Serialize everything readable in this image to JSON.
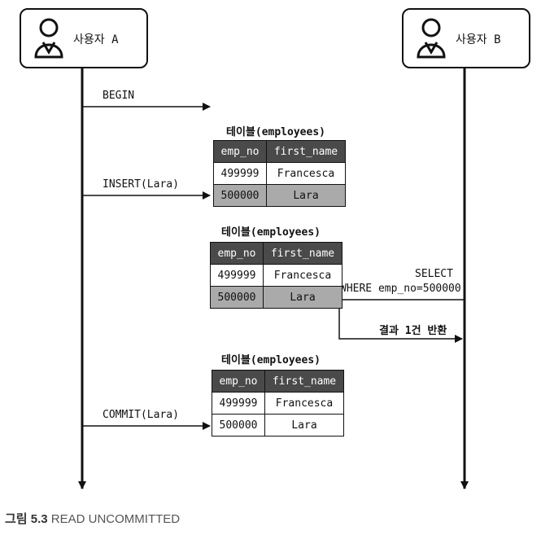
{
  "actors": {
    "a": {
      "label": "사용자 A",
      "icon": "user-icon"
    },
    "b": {
      "label": "사용자 B",
      "icon": "user-icon"
    }
  },
  "messages": {
    "begin": "BEGIN",
    "insert": "INSERT(Lara)",
    "commit": "COMMIT(Lara)",
    "select_1": "SELECT",
    "select_2": "WHERE emp_no=500000",
    "result": "결과 1건 반환"
  },
  "tables": [
    {
      "caption": "테이블(employees)",
      "headers": [
        "emp_no",
        "first_name"
      ],
      "rows": [
        [
          "499999",
          "Francesca"
        ],
        [
          "500000",
          "Lara"
        ]
      ],
      "highlight_row": 1
    },
    {
      "caption": "테이블(employees)",
      "headers": [
        "emp_no",
        "first_name"
      ],
      "rows": [
        [
          "499999",
          "Francesca"
        ],
        [
          "500000",
          "Lara"
        ]
      ],
      "highlight_row": 1
    },
    {
      "caption": "테이블(employees)",
      "headers": [
        "emp_no",
        "first_name"
      ],
      "rows": [
        [
          "499999",
          "Francesca"
        ],
        [
          "500000",
          "Lara"
        ]
      ],
      "highlight_row": null
    }
  ],
  "figure": {
    "number": "그림 5.3",
    "title": "READ UNCOMMITTED"
  },
  "colors": {
    "line": "#111111",
    "header_bg": "#4a4a4a",
    "highlight_bg": "#aaaaaa"
  }
}
